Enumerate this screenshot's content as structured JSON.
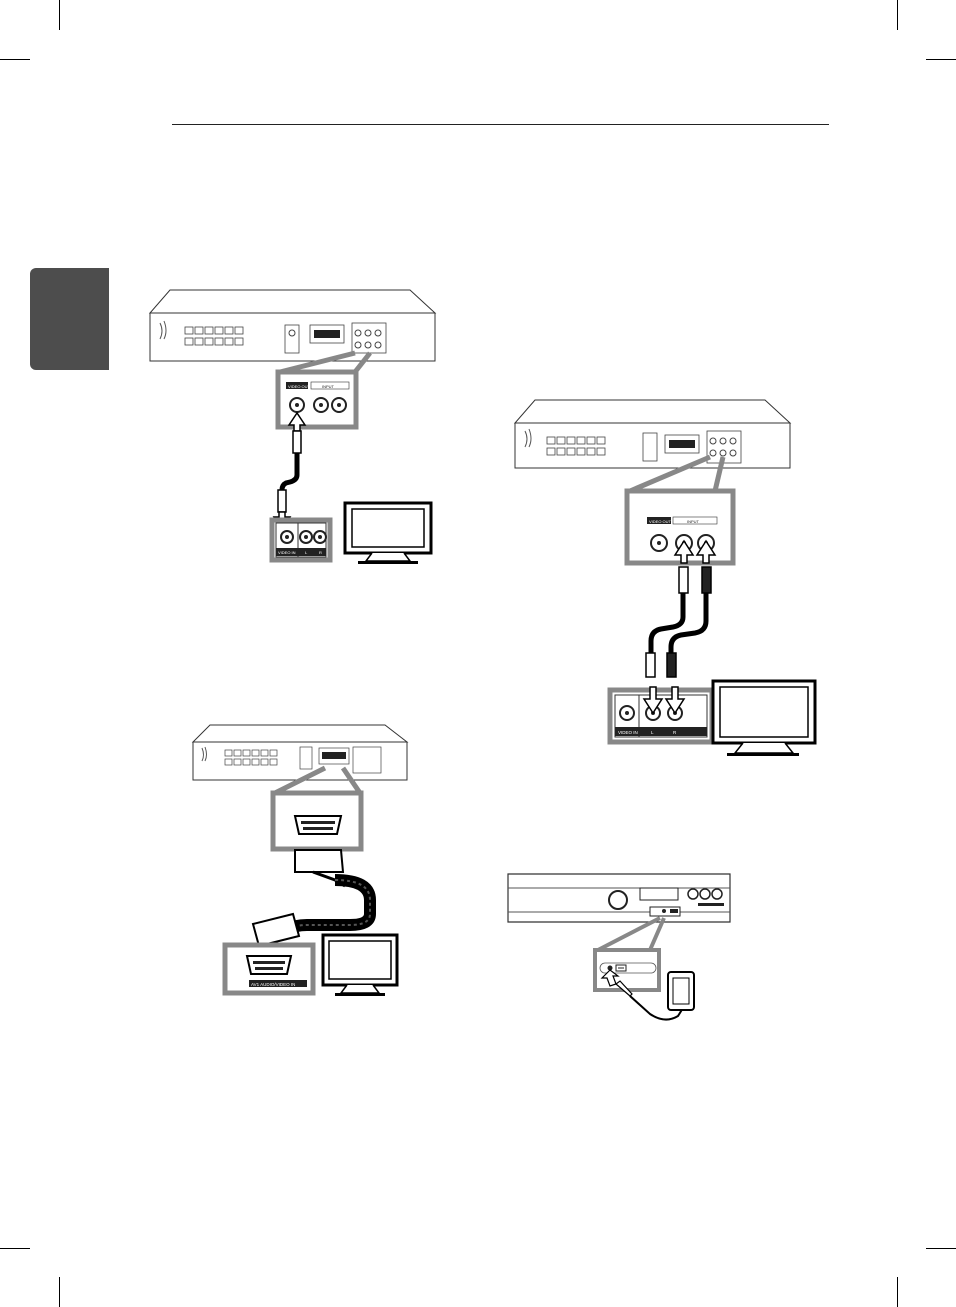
{
  "page": {
    "background": "#ffffff",
    "tab_color": "#4d4d4d"
  },
  "diagrams": {
    "video": {
      "port_labels": [
        "VIDEO OUT",
        "INPUT",
        "VIDEO IN",
        "L",
        "R"
      ]
    },
    "audio": {
      "port_labels": [
        "VIDEO OUT",
        "INPUT",
        "VIDEO IN",
        "L",
        "R"
      ]
    },
    "scart": {
      "port_labels": [
        "AV1 AUDIO/VIDEO IN"
      ]
    },
    "portable": {}
  }
}
